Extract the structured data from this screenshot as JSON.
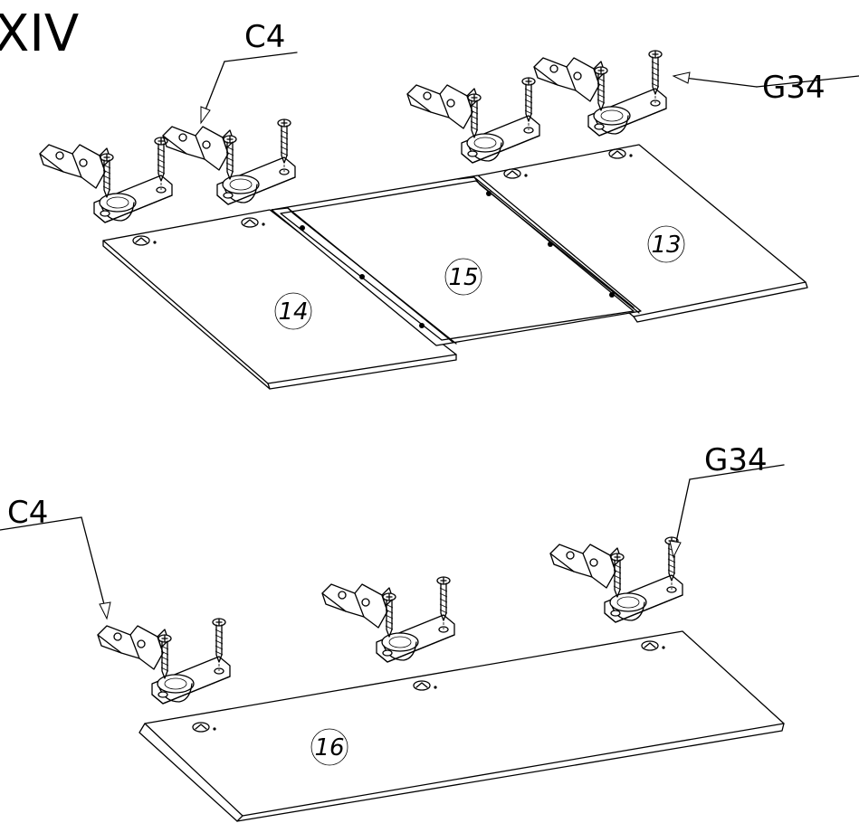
{
  "step": {
    "label": "XIV"
  },
  "hardware": {
    "hinge_code": "C4",
    "screw_code": "G34"
  },
  "upper_assembly": {
    "panels": [
      "14",
      "15",
      "13"
    ],
    "hinge_callout": "C4",
    "screw_callout": "G34",
    "hinge_count": 4
  },
  "lower_assembly": {
    "panels": [
      "16"
    ],
    "hinge_callout": "C4",
    "screw_callout": "G34",
    "hinge_count": 3
  }
}
